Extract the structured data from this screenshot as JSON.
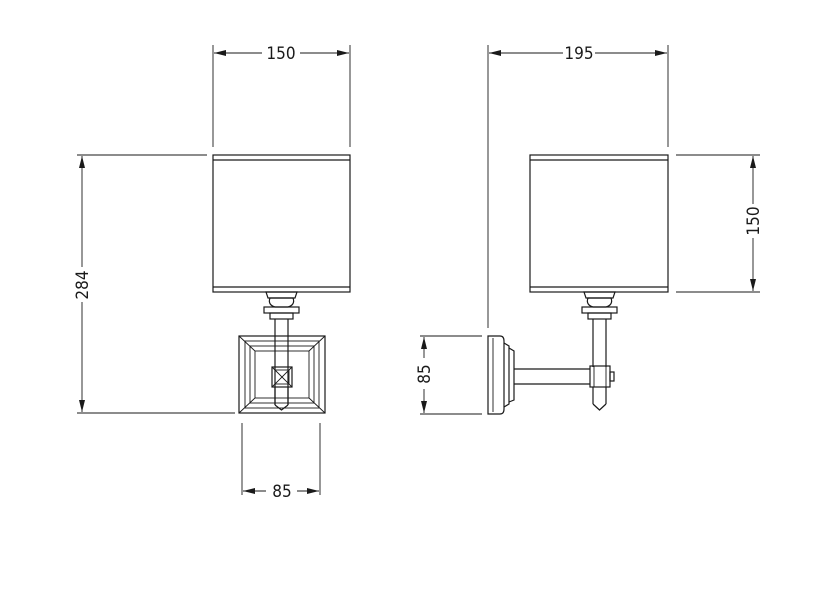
{
  "front_view": {
    "shade_width": "150",
    "total_height": "284",
    "backplate_width": "85"
  },
  "side_view": {
    "projection": "195",
    "shade_height": "150",
    "backplate_height": "85"
  },
  "colors": {
    "line": "#1a1a1a",
    "background": "#ffffff"
  }
}
